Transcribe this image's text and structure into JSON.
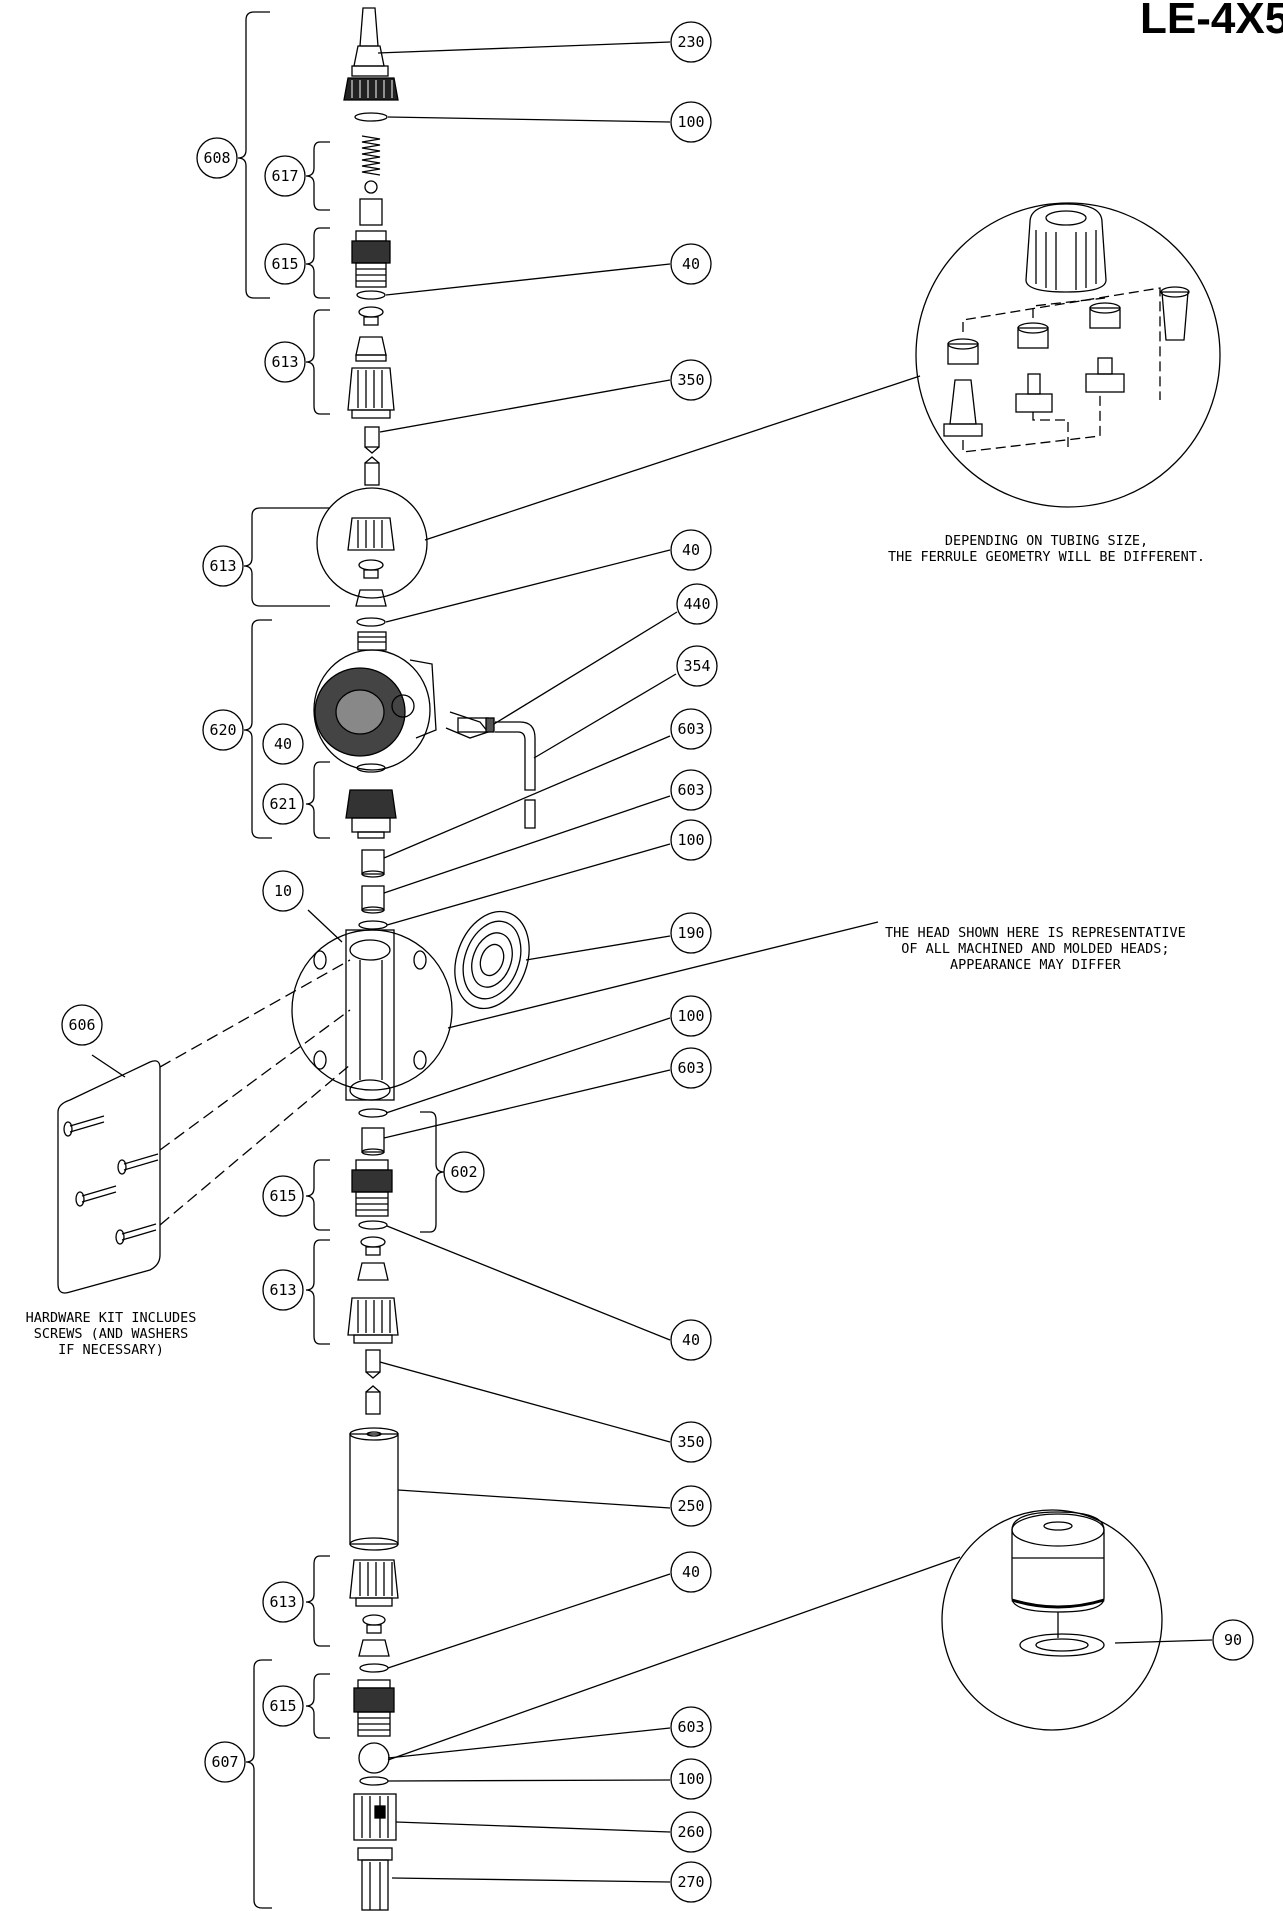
{
  "title": "LE-4X5",
  "notes": {
    "ferrule": "DEPENDING ON TUBING SIZE,\nTHE FERRULE GEOMETRY WILL BE DIFFERENT.",
    "head": "THE HEAD SHOWN HERE IS REPRESENTATIVE\nOF ALL MACHINED AND MOLDED HEADS;\nAPPEARANCE MAY DIFFER",
    "hardware": "HARDWARE KIT INCLUDES\nSCREWS (AND WASHERS\nIF NECESSARY)"
  },
  "callouts": [
    "230",
    "100",
    "40",
    "350",
    "40",
    "440",
    "354",
    "603",
    "603",
    "100",
    "190",
    "100",
    "603",
    "40",
    "350",
    "250",
    "40",
    "603",
    "100",
    "260",
    "270",
    "90",
    "10",
    "606",
    "602"
  ],
  "groups": [
    "608",
    "617",
    "615",
    "613",
    "613",
    "620",
    "40",
    "621",
    "615",
    "613",
    "613",
    "615",
    "607"
  ]
}
